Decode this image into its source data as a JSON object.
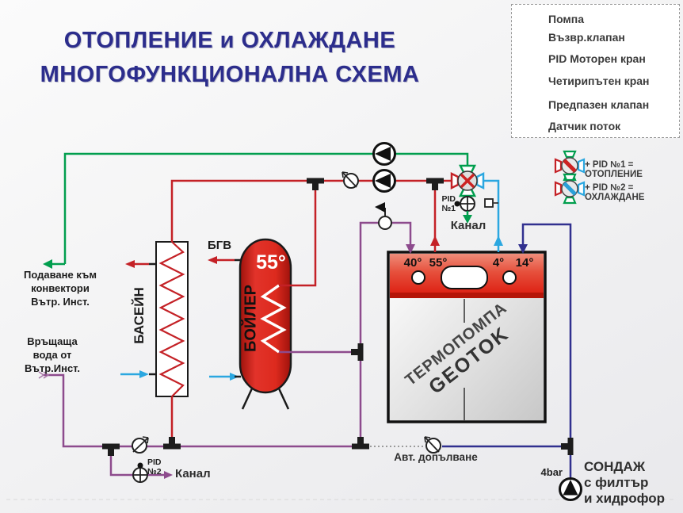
{
  "title": {
    "line1": "ОТОПЛЕНИЕ и ОХЛАЖДАНЕ",
    "line2": "МНОГОФУНКЦИОНАЛНА СХЕМА"
  },
  "legend": {
    "items": [
      {
        "icon": "pump-icon",
        "label": "Помпа"
      },
      {
        "icon": "check-valve-icon",
        "label": "Възвр.клапан"
      },
      {
        "icon": "pid-motor-valve-icon",
        "label": "PID Моторен кран"
      },
      {
        "icon": "four-way-valve-icon",
        "label": "Четирипътен кран"
      },
      {
        "icon": "safety-valve-icon",
        "label": "Предпазен клапан"
      },
      {
        "icon": "flow-sensor-icon",
        "label": "Датчик поток"
      }
    ]
  },
  "mode_legend": {
    "items": [
      {
        "label": "+ PID №1 = ОТОПЛЕНИЕ"
      },
      {
        "label": "+ PID №2 = ОХЛАЖДАНЕ"
      }
    ]
  },
  "diagram": {
    "supply_label": {
      "line1": "Подаване към",
      "line2": "конвектори",
      "line3": "Вътр. Инст."
    },
    "return_label": {
      "line1": "Връщаща",
      "line2": "вода от",
      "line3": "Вътр.Инст."
    },
    "pool": {
      "label": "БАСЕЙН"
    },
    "boiler": {
      "label": "БОЙЛЕР",
      "temp": "55°",
      "dhw_label": "БГВ"
    },
    "heat_pump": {
      "label_line1": "ТЕРМОПОМПА",
      "label_line2": "GEOTOK",
      "temps": [
        "40°",
        "55°",
        "4°",
        "14°"
      ]
    },
    "pid1": {
      "line1": "PID",
      "line2": "№1",
      "drain_label": "Канал"
    },
    "pid2": {
      "line1": "PID",
      "line2": "№2",
      "drain_label": "Канал"
    },
    "auto_refill_label": "Авт. допълване",
    "pressure_label": "4bar",
    "borehole": {
      "line1": "СОНДАЖ",
      "line2": "с филтър",
      "line3": "и хидрофор"
    }
  },
  "colors": {
    "heating_red": "#c42126",
    "cooling_cyan": "#2ba7e0",
    "supply_green": "#019e4e",
    "return_purple": "#8d4b8d",
    "ground_navy": "#31308f",
    "title_navy": "#2c2d8c"
  }
}
